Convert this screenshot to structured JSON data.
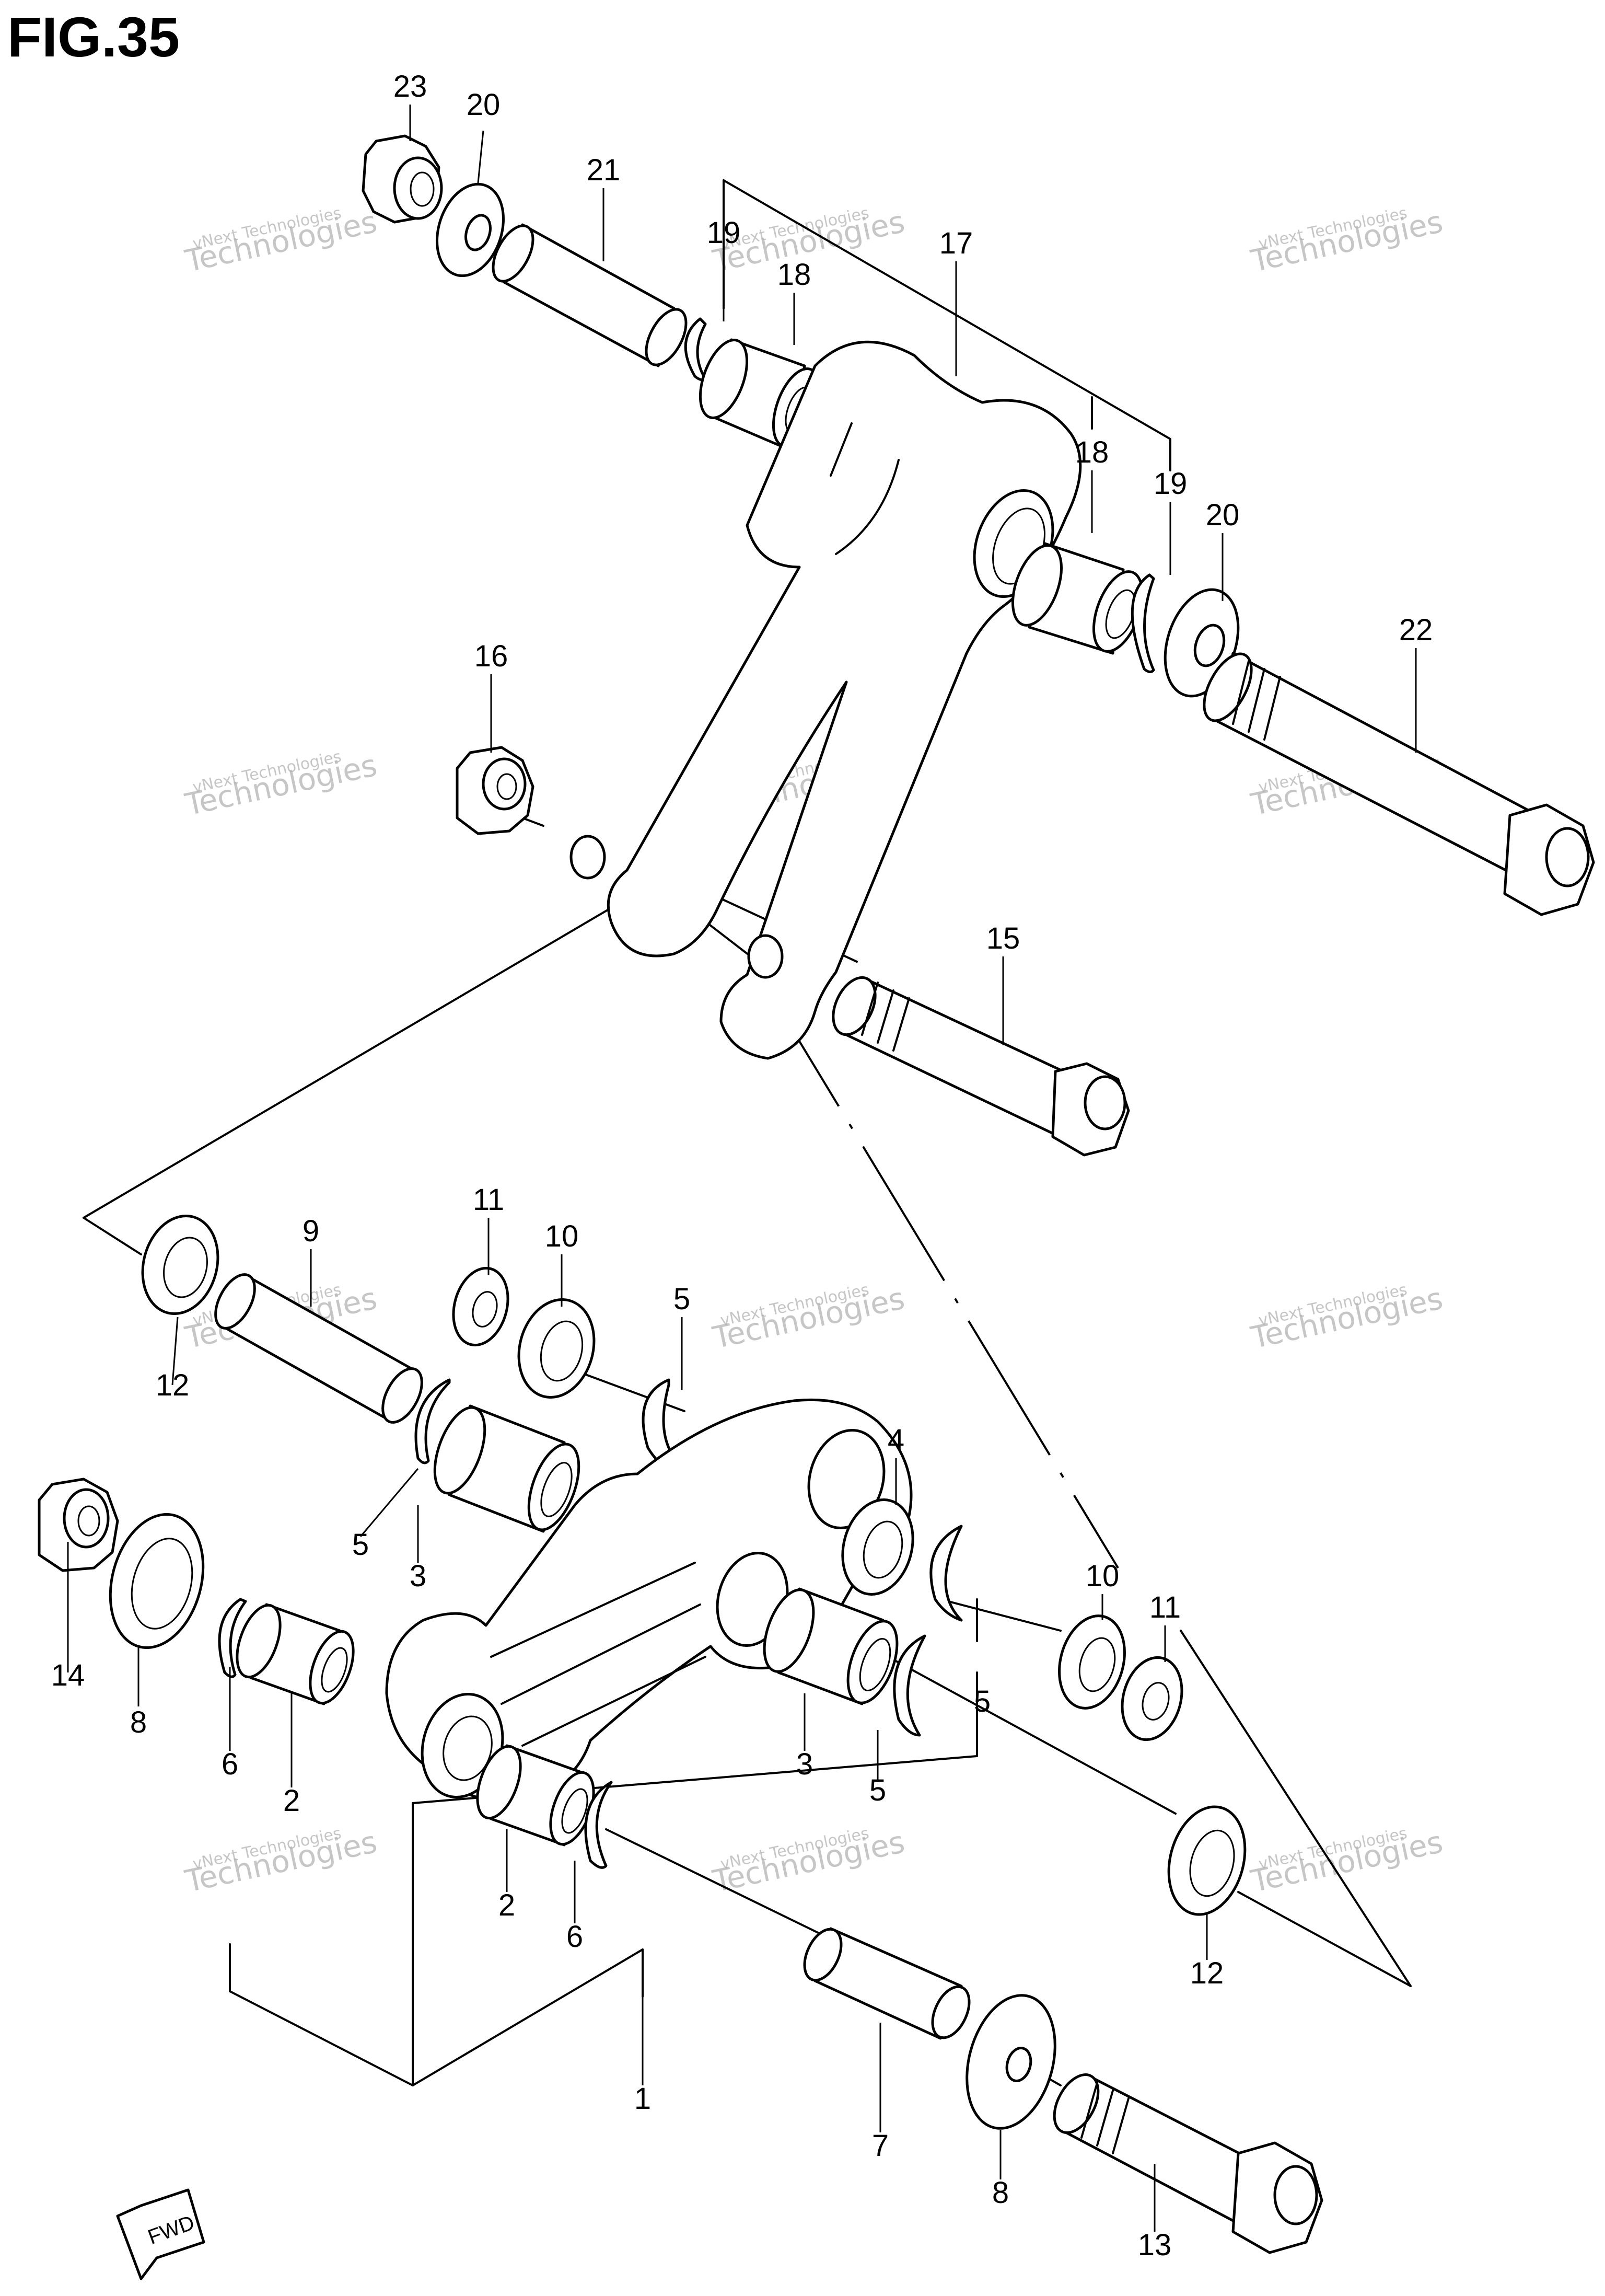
{
  "figure": {
    "title": "FIG.35"
  },
  "watermark": {
    "line1": "vNext Technologies",
    "line2": "Technologies"
  },
  "fwd_label": "FWD",
  "callouts": [
    {
      "id": "c23a",
      "label": "23"
    },
    {
      "id": "c20a",
      "label": "20"
    },
    {
      "id": "c21",
      "label": "21"
    },
    {
      "id": "c19a",
      "label": "19"
    },
    {
      "id": "c18a",
      "label": "18"
    },
    {
      "id": "c17",
      "label": "17"
    },
    {
      "id": "c18b",
      "label": "18"
    },
    {
      "id": "c19b",
      "label": "19"
    },
    {
      "id": "c20b",
      "label": "20"
    },
    {
      "id": "c22",
      "label": "22"
    },
    {
      "id": "c16",
      "label": "16"
    },
    {
      "id": "c15",
      "label": "15"
    },
    {
      "id": "c11a",
      "label": "11"
    },
    {
      "id": "c10a",
      "label": "10"
    },
    {
      "id": "c9",
      "label": "9"
    },
    {
      "id": "c5a",
      "label": "5"
    },
    {
      "id": "c12a",
      "label": "12"
    },
    {
      "id": "c4",
      "label": "4"
    },
    {
      "id": "c5b",
      "label": "5"
    },
    {
      "id": "c3a",
      "label": "3"
    },
    {
      "id": "c14",
      "label": "14"
    },
    {
      "id": "c8a",
      "label": "8"
    },
    {
      "id": "c6a",
      "label": "6"
    },
    {
      "id": "c2a",
      "label": "2"
    },
    {
      "id": "c10b",
      "label": "10"
    },
    {
      "id": "c11b",
      "label": "11"
    },
    {
      "id": "c5c",
      "label": "5"
    },
    {
      "id": "c3b",
      "label": "3"
    },
    {
      "id": "c5d",
      "label": "5"
    },
    {
      "id": "c2b",
      "label": "2"
    },
    {
      "id": "c6b",
      "label": "6"
    },
    {
      "id": "c12b",
      "label": "12"
    },
    {
      "id": "c1",
      "label": "1"
    },
    {
      "id": "c7",
      "label": "7"
    },
    {
      "id": "c8b",
      "label": "8"
    },
    {
      "id": "c13",
      "label": "13"
    }
  ]
}
